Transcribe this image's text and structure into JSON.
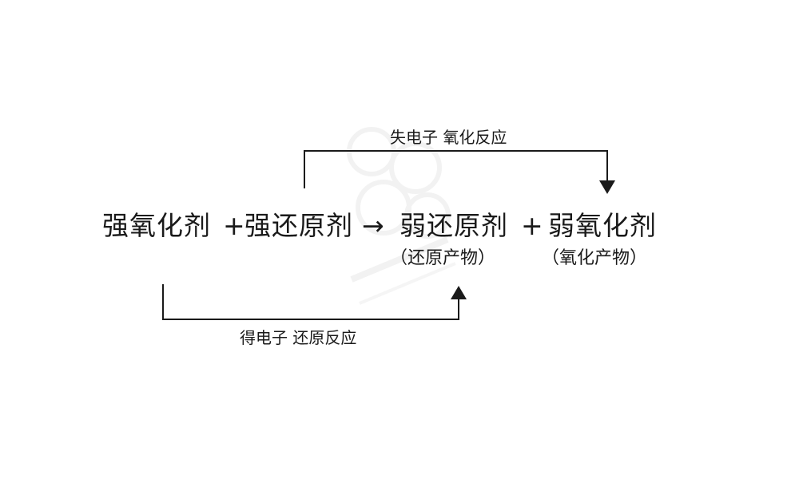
{
  "equation": {
    "strong_oxidant": "强氧化剂",
    "plus_1": "+",
    "strong_reductant": "强还原剂",
    "arrow": "→",
    "weak_reductant": "弱还原剂",
    "plus_2": "+",
    "weak_oxidant": "弱氧化剂"
  },
  "products": {
    "reduction_product": "（还原产物）",
    "oxidation_product": "（氧化产物）"
  },
  "labels": {
    "top": "失电子 氧化反应",
    "bottom": "得电子 还原反应"
  },
  "colors": {
    "text": "#1a1a1a",
    "line": "#1a1a1a",
    "background": "#ffffff"
  }
}
